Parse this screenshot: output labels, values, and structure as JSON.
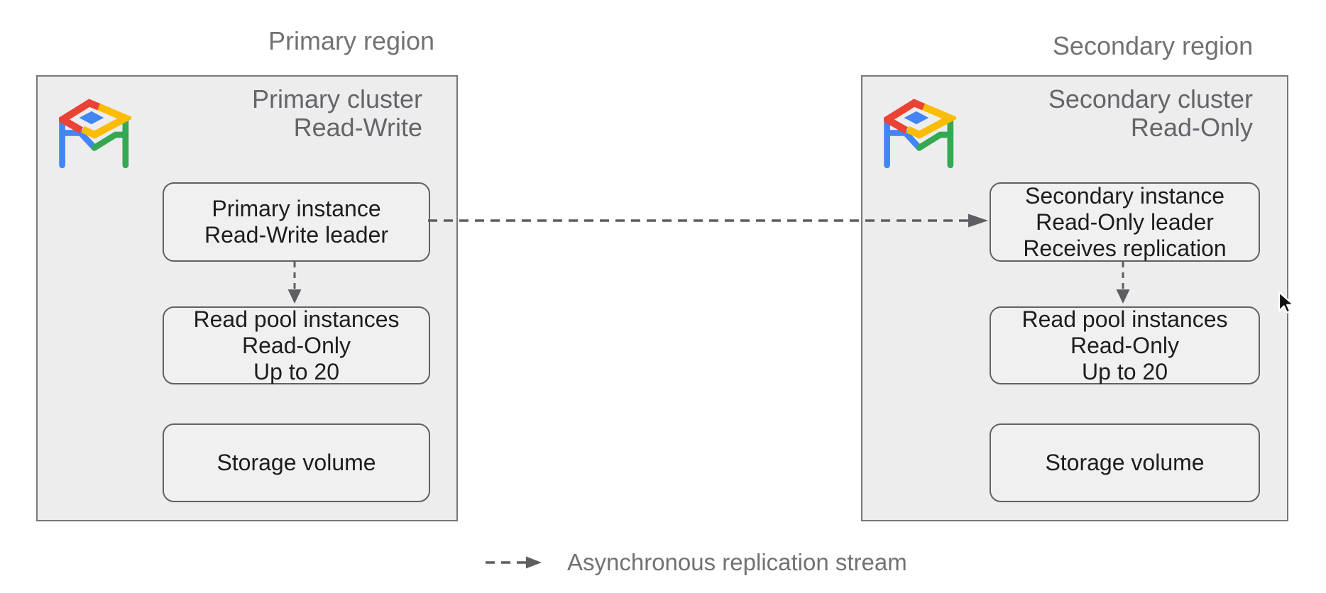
{
  "colors": {
    "background": "#ffffff",
    "cluster_fill": "#ededee",
    "cluster_border": "#77787a",
    "box_fill": "#f0f0f1",
    "box_border": "#5f6164",
    "box_text": "#1c1d1f",
    "muted_text": "#707275",
    "title_text": "#636569",
    "arrow": "#5c5e61",
    "logo_red": "#ea4335",
    "logo_yellow": "#fbbc04",
    "logo_green": "#34a853",
    "logo_blue": "#4285f4"
  },
  "icons": {
    "cluster_logo": "alloydb-logo",
    "legend_arrow": "dashed-arrow-icon",
    "pointer": "mouse-cursor"
  },
  "primary": {
    "region_label": "Primary region",
    "cluster": {
      "title_line1": "Primary cluster",
      "title_line2": "Read-Write",
      "instance_box": {
        "line1": "Primary instance",
        "line2": "Read-Write leader"
      },
      "read_pool_box": {
        "line1": "Read pool instances",
        "line2": "Read-Only",
        "line3": "Up to 20"
      },
      "storage_box": {
        "label": "Storage volume"
      }
    }
  },
  "secondary": {
    "region_label": "Secondary region",
    "cluster": {
      "title_line1": "Secondary cluster",
      "title_line2": "Read-Only",
      "instance_box": {
        "line1": "Secondary instance",
        "line2": "Read-Only leader",
        "line3": "Receives replication"
      },
      "read_pool_box": {
        "line1": "Read pool instances",
        "line2": "Read-Only",
        "line3": "Up to 20"
      },
      "storage_box": {
        "label": "Storage volume"
      }
    }
  },
  "legend": {
    "label": "Asynchronous replication stream"
  }
}
